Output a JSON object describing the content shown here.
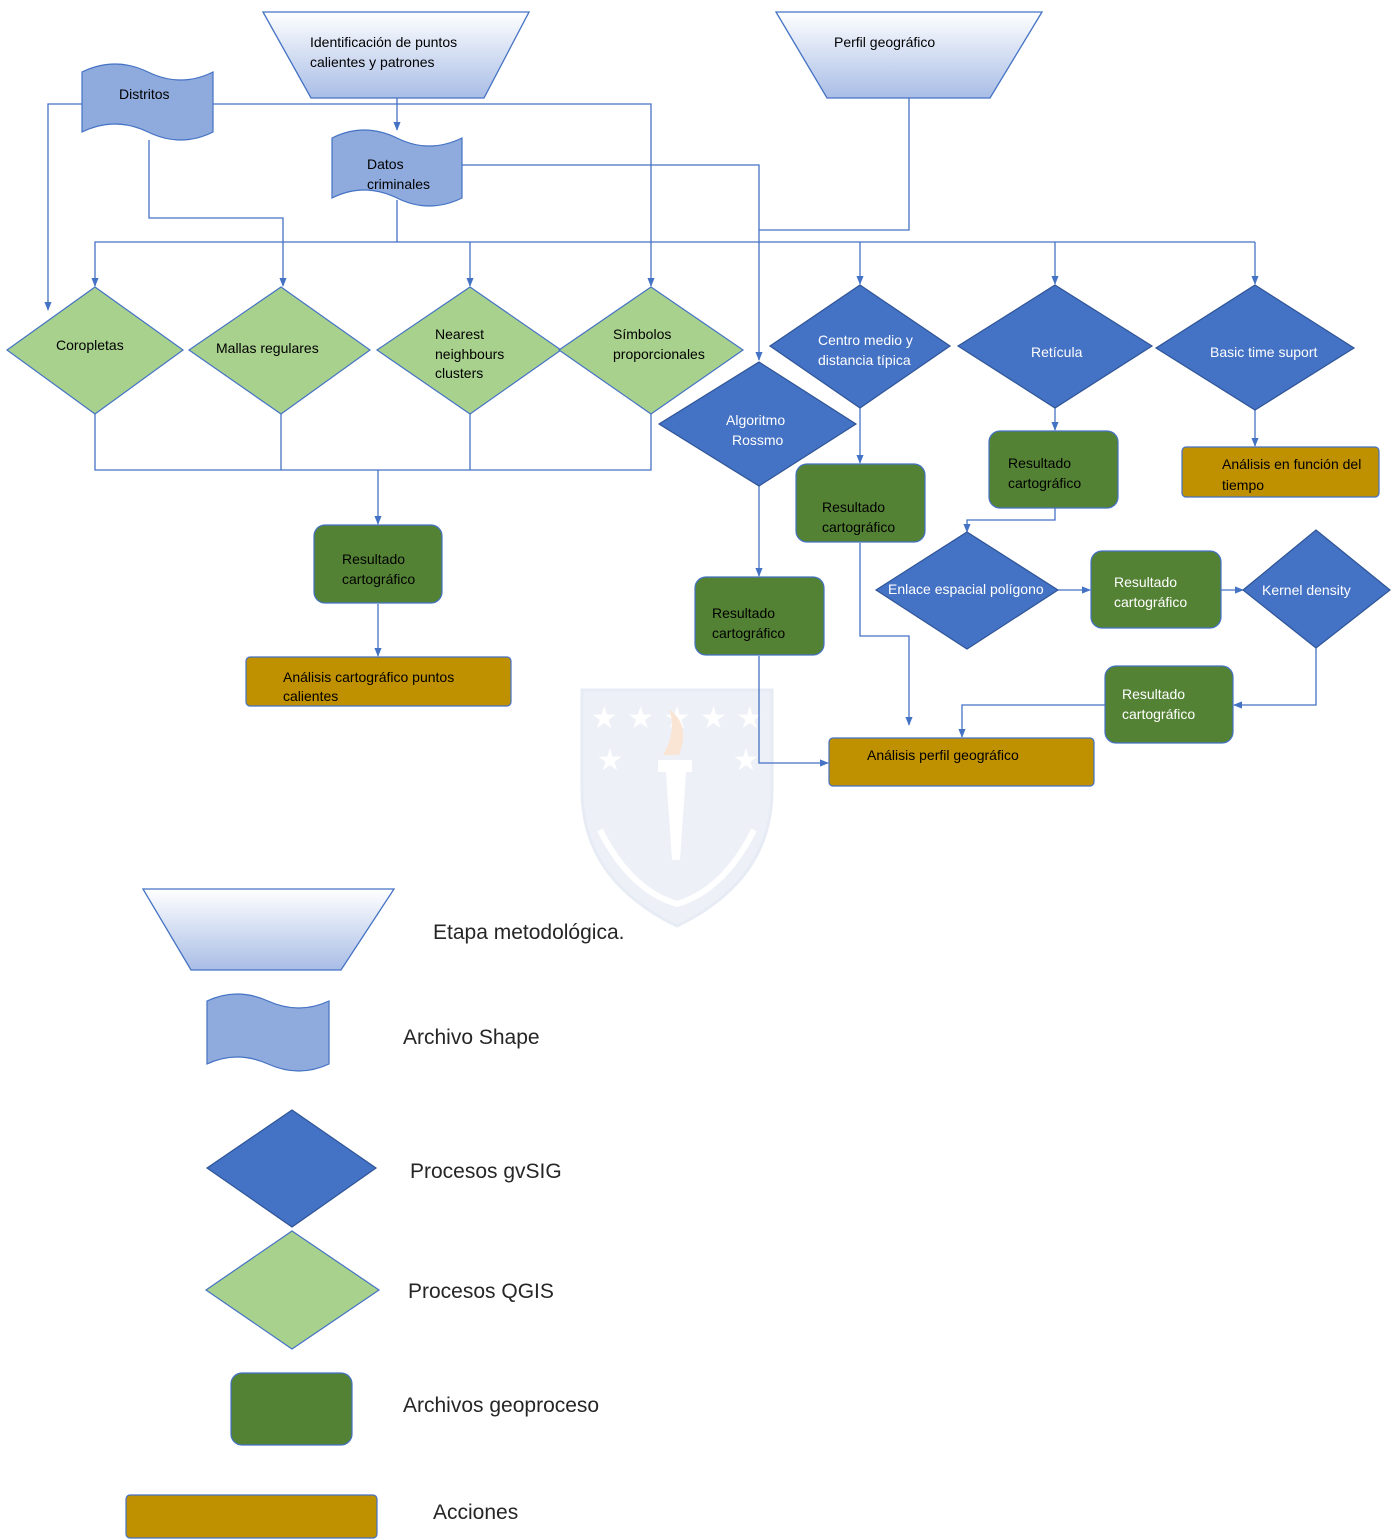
{
  "colors": {
    "connector": "#4472c4",
    "shape_file": "#8faadc",
    "process_gvsig": "#4472c4",
    "process_qgis": "#a9d18e",
    "geoprocess_file": "#548235",
    "action": "#bf9000",
    "stage_top": "#ffffff",
    "stage_bottom": "#a9bde6"
  },
  "stages": {
    "hotspots": [
      "Identificación de puntos",
      "calientes y patrones"
    ],
    "profile": [
      "Perfil geográfico"
    ]
  },
  "shapes": {
    "distritos": [
      "Distritos"
    ],
    "datos": [
      "Datos",
      "criminales"
    ]
  },
  "qgis": {
    "coropletas": [
      "Coropletas"
    ],
    "mallas": [
      "Mallas  regulares"
    ],
    "nearest": [
      "Nearest",
      "neighbours",
      "clusters"
    ],
    "simbolos": [
      "Símbolos",
      "proporcionales"
    ]
  },
  "gvsig": {
    "rossmo": [
      "Algoritmo",
      "Rossmo"
    ],
    "centro": [
      "Centro medio y",
      "distancia típica"
    ],
    "reticula": [
      "Retícula"
    ],
    "time": [
      "Basic time suport"
    ],
    "enlace": [
      "Enlace espacial polígono"
    ],
    "kernel": [
      "Kernel density"
    ]
  },
  "results": {
    "r_main": [
      "Resultado",
      "cartográfico"
    ],
    "r_rossmo": [
      "Resultado",
      "cartográfico"
    ],
    "r_centro": [
      "Resultado",
      "cartográfico"
    ],
    "r_reticula": [
      "Resultado",
      "cartográfico"
    ],
    "r_enlace": [
      "Resultado",
      "cartográfico"
    ],
    "r_kernel": [
      "Resultado",
      "cartográfico"
    ]
  },
  "actions": {
    "hotspots": [
      "Análisis cartográfico puntos",
      "calientes"
    ],
    "profile": [
      "Análisis perfil geográfico"
    ],
    "time": [
      "Análisis en función del",
      "tiempo"
    ]
  },
  "legend": {
    "stage": "Etapa metodológica.",
    "shape": "Archivo Shape",
    "gvsig": "Procesos gvSIG",
    "qgis": "Procesos QGIS",
    "geoprocess": "Archivos geoproceso",
    "actions": "Acciones"
  }
}
